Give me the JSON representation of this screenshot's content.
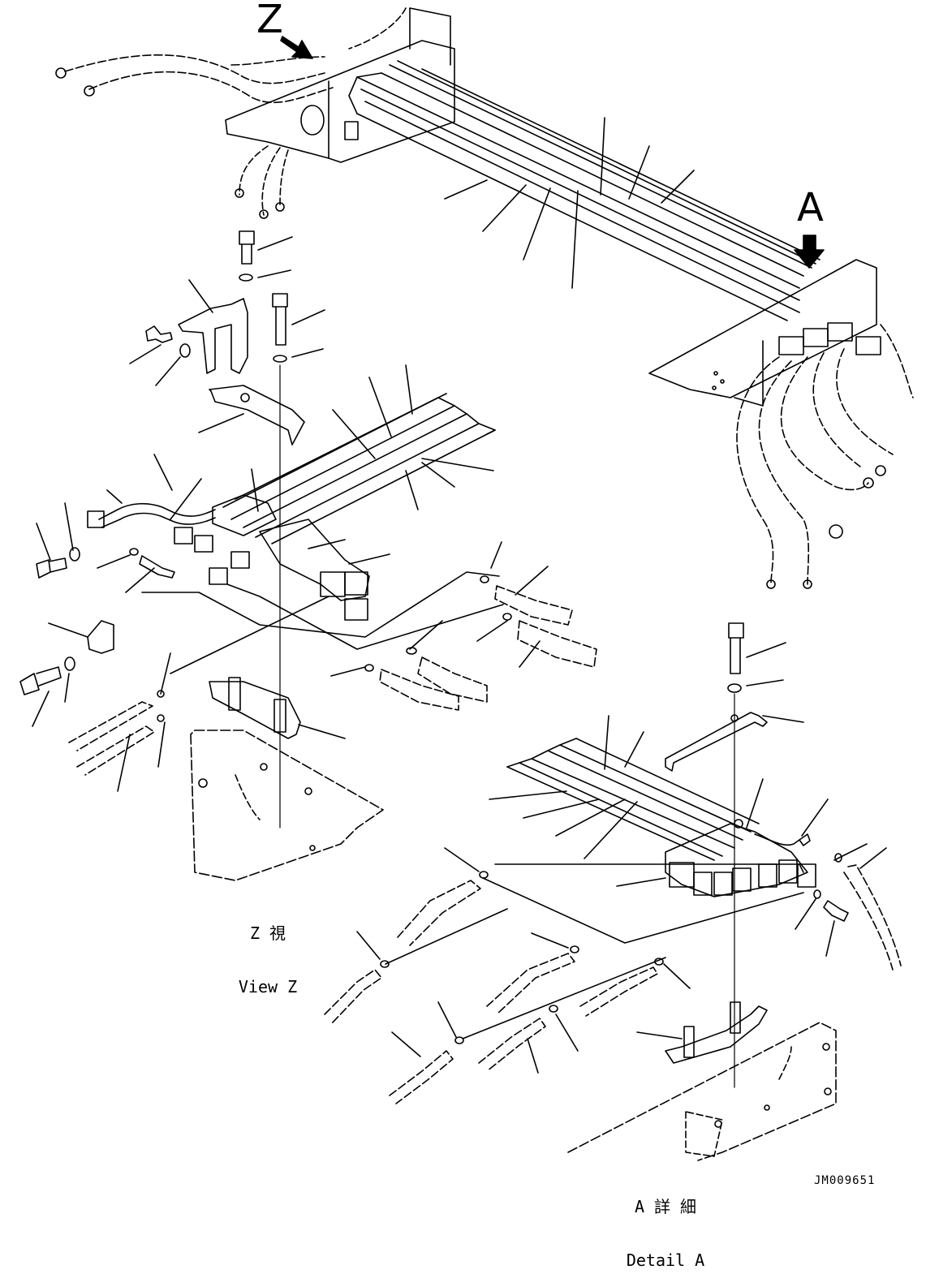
{
  "view_marker": "Z",
  "detail_marker": "A",
  "view_caption": {
    "jp": "Z 視",
    "en": "View Z"
  },
  "detail_caption": {
    "jp": "A 詳 細",
    "en": "Detail A"
  },
  "drawing_id": "JM009651"
}
